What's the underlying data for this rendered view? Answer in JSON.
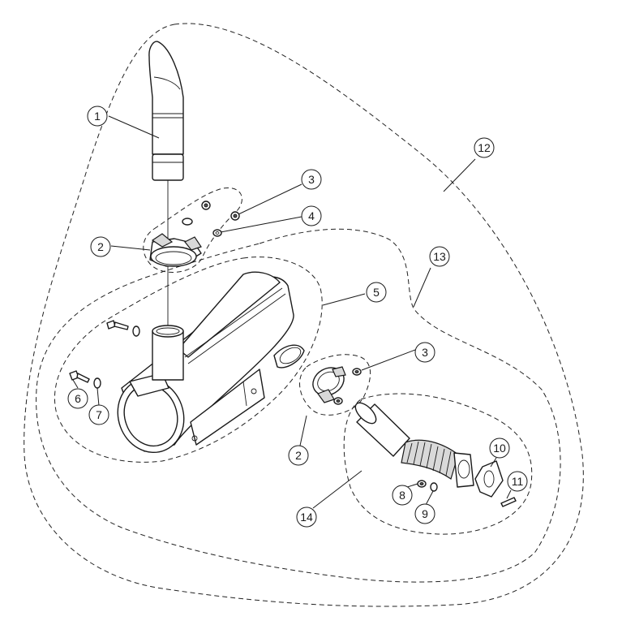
{
  "callouts": [
    {
      "id": "c1",
      "label": "1"
    },
    {
      "id": "c2a",
      "label": "2"
    },
    {
      "id": "c2b",
      "label": "2"
    },
    {
      "id": "c3a",
      "label": "3"
    },
    {
      "id": "c3b",
      "label": "3"
    },
    {
      "id": "c4",
      "label": "4"
    },
    {
      "id": "c5",
      "label": "5"
    },
    {
      "id": "c6",
      "label": "6"
    },
    {
      "id": "c7",
      "label": "7"
    },
    {
      "id": "c8",
      "label": "8"
    },
    {
      "id": "c9",
      "label": "9"
    },
    {
      "id": "c10",
      "label": "10"
    },
    {
      "id": "c11",
      "label": "11"
    },
    {
      "id": "c12",
      "label": "12"
    },
    {
      "id": "c13",
      "label": "13"
    },
    {
      "id": "c14",
      "label": "14"
    }
  ]
}
